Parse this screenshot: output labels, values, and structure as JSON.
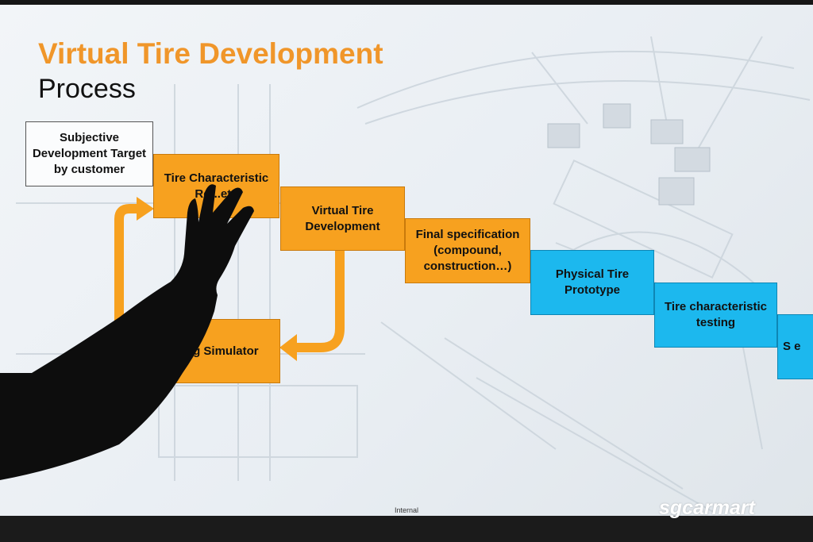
{
  "slide": {
    "title": "Virtual Tire Development",
    "subtitle": "Process",
    "footer": "Internal"
  },
  "boxes": {
    "target": "Subjective Development Target by customer",
    "tire_char": "Tire Characteristic Ro...ets",
    "virtual_dev": "Virtual Tire Development",
    "final_spec": "Final specification (compound, construction…)",
    "simulator": "...ng Simulator",
    "prototype": "Physical Tire Prototype",
    "testing": "Tire characteristic testing",
    "partial_next": "S e"
  },
  "watermark": "sgcarmart",
  "colors": {
    "title_orange": "#f0962a",
    "box_orange": "#f7a11f",
    "box_cyan": "#1cb8ee"
  }
}
